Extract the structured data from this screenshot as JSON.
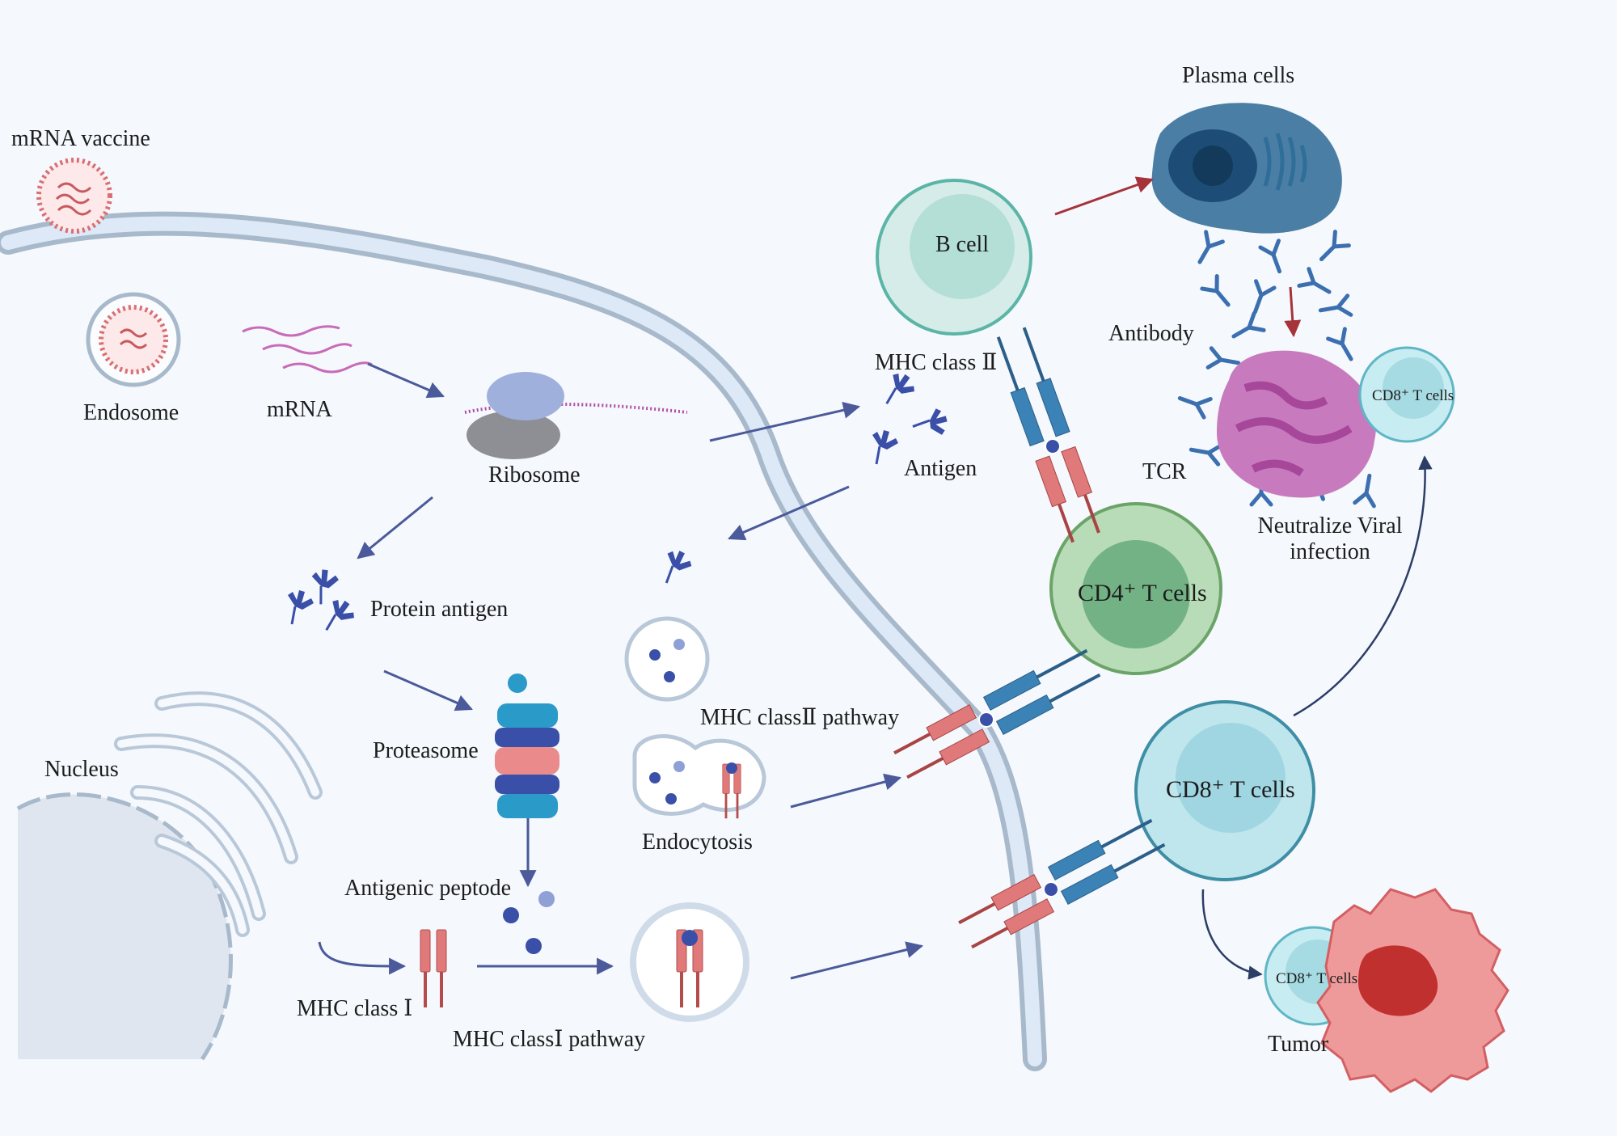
{
  "labels": {
    "mrna_vaccine": "mRNA vaccine",
    "endosome": "Endosome",
    "mrna": "mRNA",
    "ribosome": "Ribosome",
    "protein_antigen": "Protein antigen",
    "proteasome": "Proteasome",
    "nucleus": "Nucleus",
    "antigenic_peptide": "Antigenic peptode",
    "mhc_class_i": "MHC class Ⅰ",
    "mhc_class_i_pathway": "MHC classⅠ pathway",
    "mhc_class_ii_pathway": "MHC classⅡ pathway",
    "endocytosis": "Endocytosis",
    "antigen": "Antigen",
    "mhc_class_ii": "MHC class Ⅱ",
    "b_cell": "B cell",
    "plasma_cells": "Plasma cells",
    "antibody": "Antibody",
    "tcr": "TCR",
    "neutralize_line1": "Neutralize Viral",
    "neutralize_line2": "infection",
    "cd4_t_cells": "CD4⁺ T cells",
    "cd8_t_cells": "CD8⁺ T cells",
    "cd8_small_virus": "CD8⁺ T cells",
    "cd8_small_tumor": "CD8⁺ T cells",
    "tumor": "Tumor"
  },
  "colors": {
    "background": "#f5f8fc",
    "membrane": "#a7b9cb",
    "membrane_inner": "#dde9f7",
    "arrow": "#4a5a9a",
    "arrow_red": "#a63339",
    "mhc": "#e07a7a",
    "tcr": "#3b82b6",
    "b_cell": "#b3dfd7",
    "cd4": "#a9d1a8",
    "cd8": "#a6dbe3",
    "plasma": "#4a7ea5",
    "virus": "#c77bbe",
    "tumor": "#ef9a9a",
    "antigen": "#3a4fa8"
  }
}
